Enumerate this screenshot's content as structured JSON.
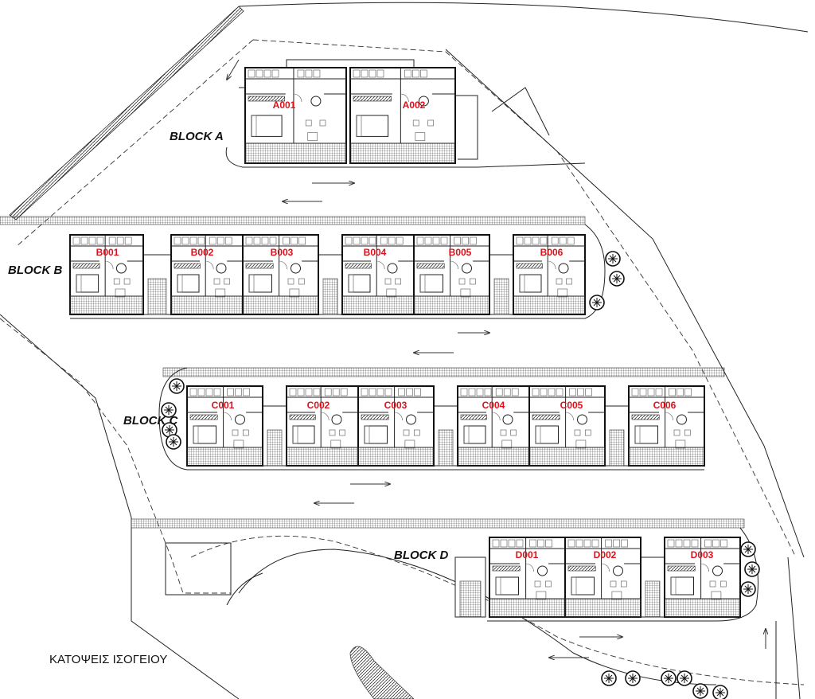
{
  "drawing_title": "ΚΑΤΟΨΕΙΣ ΙΣΟΓΕΙΟΥ",
  "blocks": [
    {
      "label": "BLOCK A",
      "units": [
        "A001",
        "A002"
      ]
    },
    {
      "label": "BLOCK B",
      "units": [
        "B001",
        "B002",
        "B003",
        "B004",
        "B005",
        "B006"
      ]
    },
    {
      "label": "BLOCK C",
      "units": [
        "C001",
        "C002",
        "C003",
        "C004",
        "C005",
        "C006"
      ]
    },
    {
      "label": "BLOCK D",
      "units": [
        "D001",
        "D002",
        "D003"
      ]
    }
  ],
  "colors": {
    "unit_label": "#e0101a",
    "linework": "#222222"
  }
}
